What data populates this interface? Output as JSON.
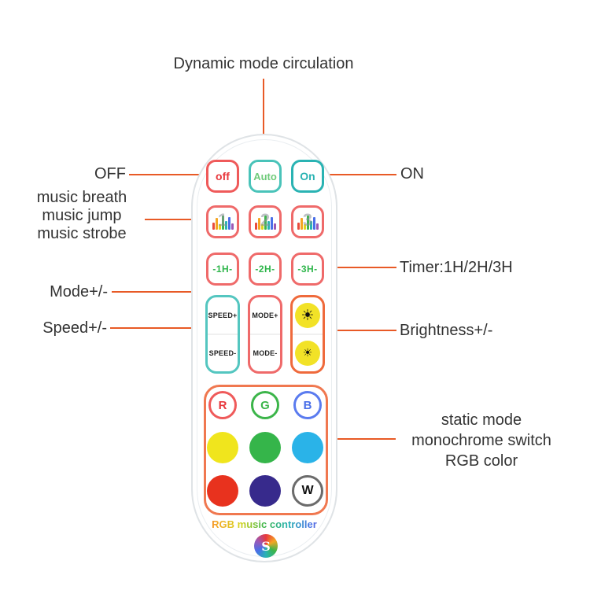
{
  "annotations": {
    "dynamic_mode": "Dynamic mode circulation",
    "off": "OFF",
    "music_modes": "music breath\nmusic jump\nmusic strobe",
    "mode": "Mode+/-",
    "speed": "Speed+/-",
    "on": "ON",
    "timer": "Timer:1H/2H/3H",
    "brightness": "Brightness+/-",
    "static_mode": "static mode\nmonochrome switch\nRGB color"
  },
  "remote": {
    "power": {
      "off": "off",
      "auto": "Auto",
      "on": "On"
    },
    "music_modes": {
      "m1": "1",
      "m2": "2",
      "m3": "3"
    },
    "timers": {
      "t1": "-1H-",
      "t2": "-2H-",
      "t3": "-3H-"
    },
    "controls": {
      "speed_plus": "SPEED+",
      "speed_minus": "SPEED-",
      "mode_plus": "MODE+",
      "mode_minus": "MODE-"
    },
    "icons": {
      "sun": "☀"
    },
    "rgb": {
      "r": "R",
      "g": "G",
      "b": "B"
    },
    "white": "W",
    "brand": "RGB music controller",
    "logo": "S"
  },
  "colors": {
    "leader_line": "#e85a26",
    "red": "#e8383d",
    "green": "#3cb54a",
    "teal": "#2ab3b3",
    "blue": "#4a6fe8",
    "yellow": "#f0e51d",
    "cyan": "#2ab3e8",
    "deep_red": "#e8321e",
    "purple": "#372a8c"
  }
}
